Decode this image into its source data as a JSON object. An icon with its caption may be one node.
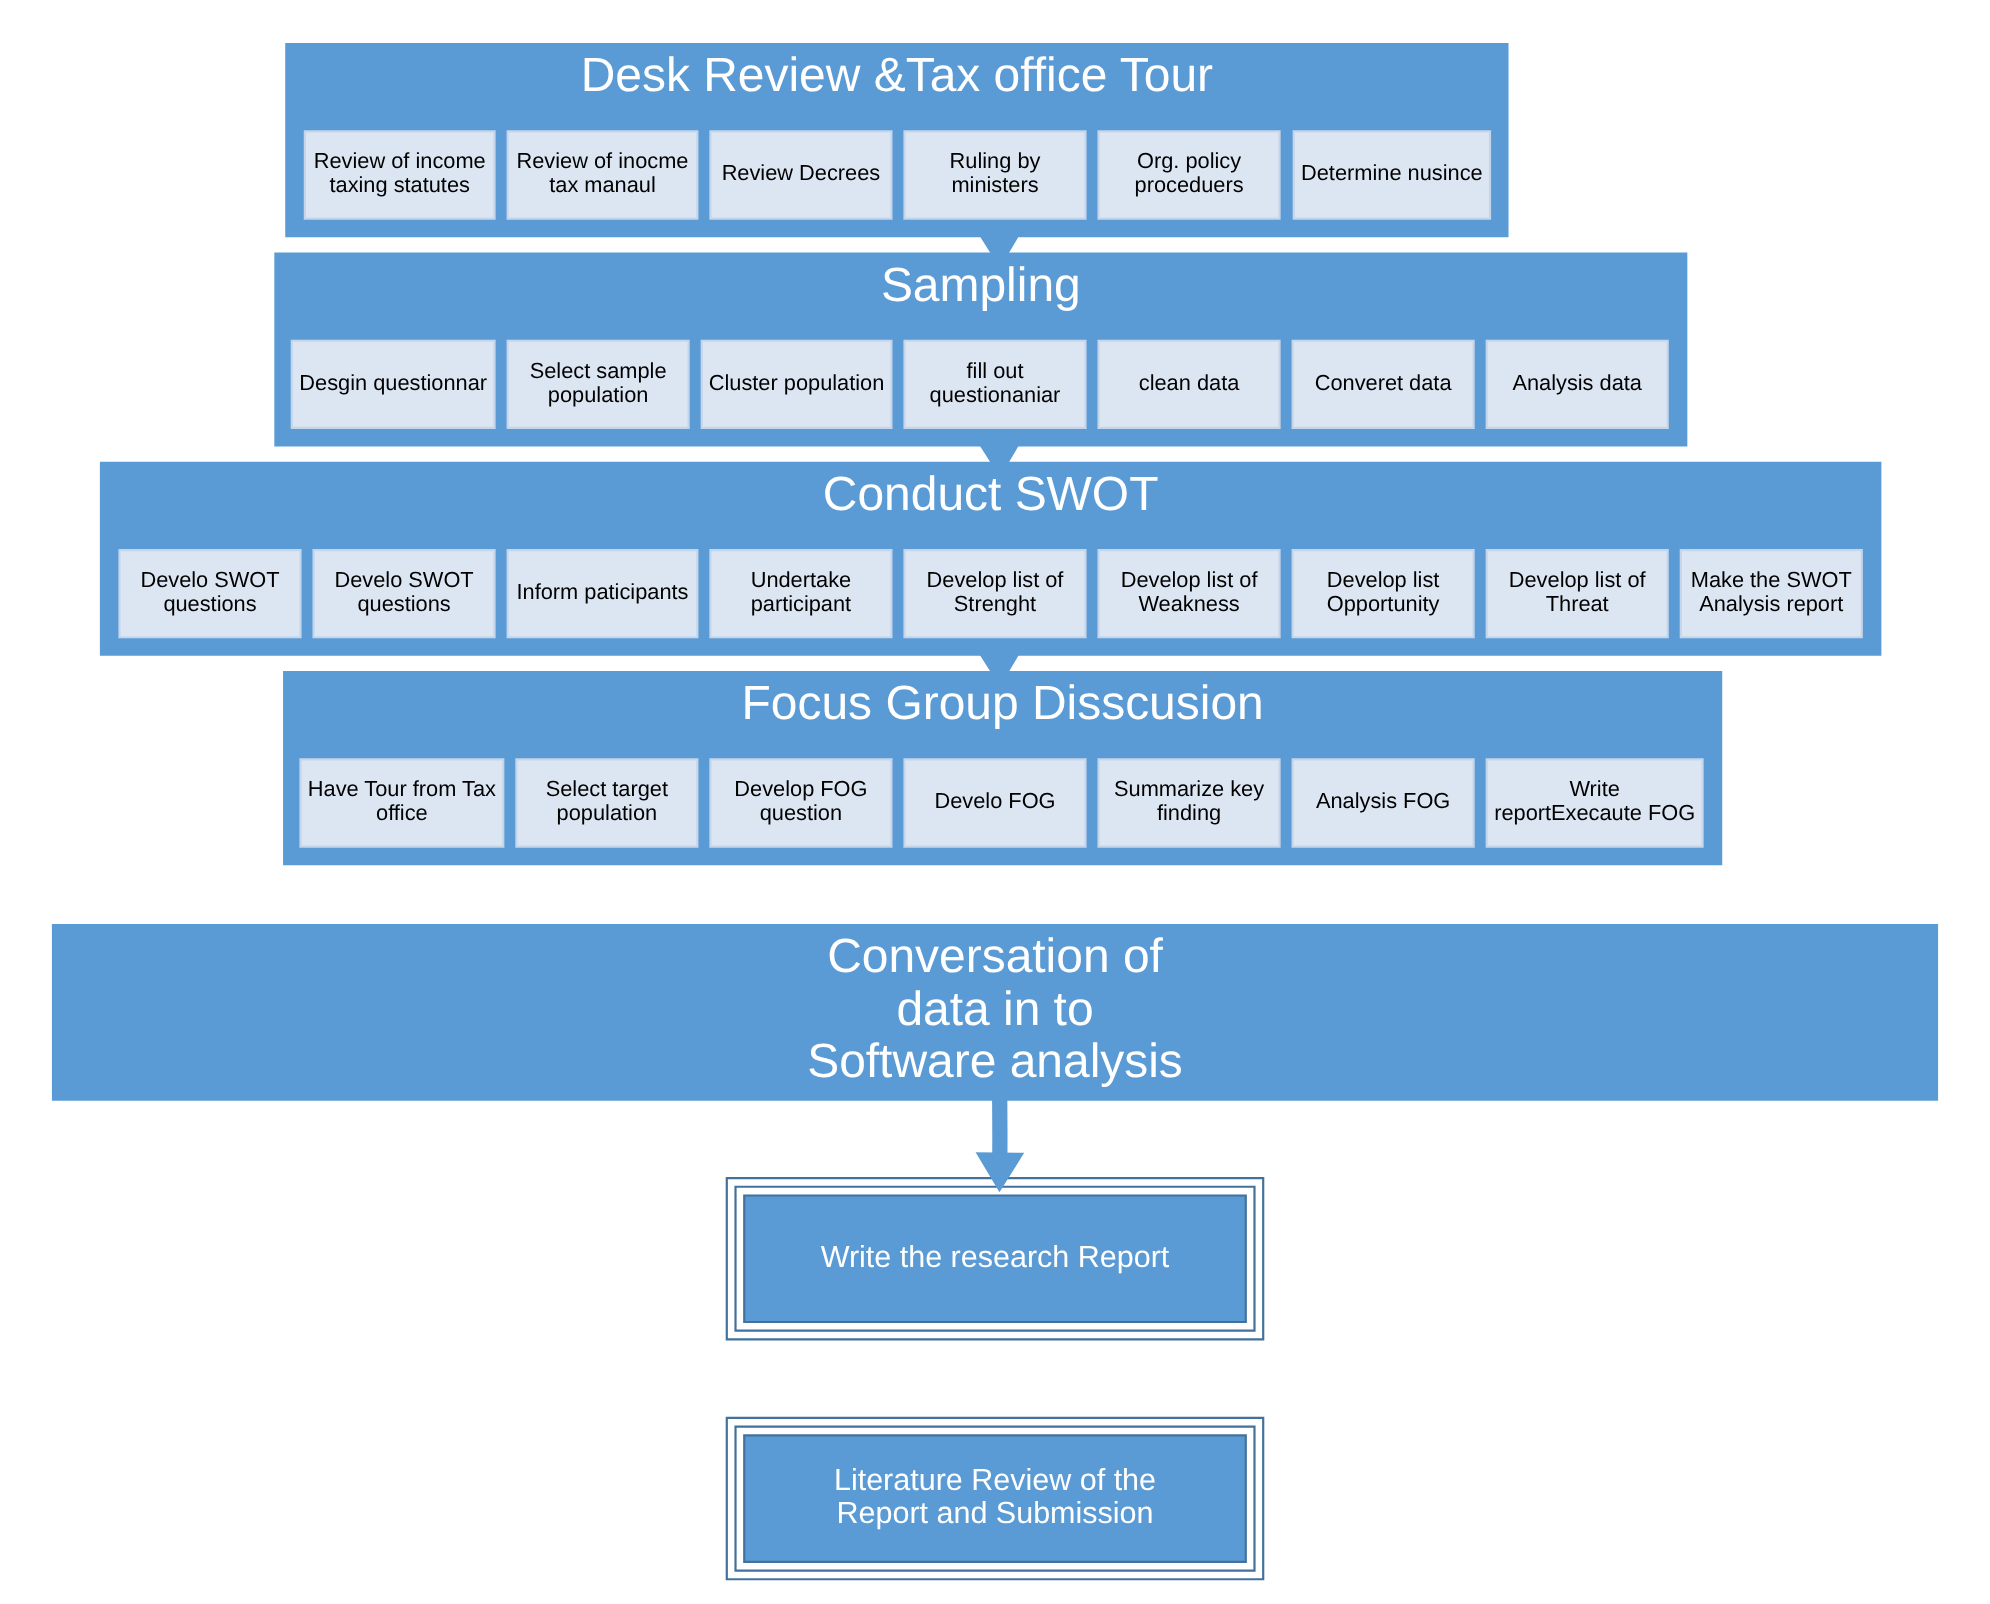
{
  "diagram": {
    "nodes": [
      {
        "text": [
          "Desk Review &Tax office Tour"
        ]
      },
      {
        "text": [
          "Review of income taxing statutes"
        ],
        "in": 0
      },
      {
        "text": [
          "Review of inocme tax manaul"
        ],
        "in": 0
      },
      {
        "text": [
          "Review Decrees"
        ],
        "in": 0
      },
      {
        "text": [
          "Ruling by ministers"
        ],
        "in": 0
      },
      {
        "text": [
          "Org. policy proceduers"
        ],
        "in": 0
      },
      {
        "text": [
          "Determine nusince"
        ],
        "in": 0
      },
      {
        "text": [
          "Sampling"
        ]
      },
      {
        "text": [
          "Desgin questionnar"
        ],
        "in": 7
      },
      {
        "text": [
          "Select sample population"
        ],
        "in": 7
      },
      {
        "text": [
          "Cluster population"
        ],
        "in": 7
      },
      {
        "text": [
          "fill out questionaniar"
        ],
        "in": 7
      },
      {
        "text": [
          "clean data"
        ],
        "in": 7
      },
      {
        "text": [
          "Converet data"
        ],
        "in": 7
      },
      {
        "text": [
          "Analysis data"
        ],
        "in": 7
      },
      {
        "text": [
          "Conduct SWOT"
        ]
      },
      {
        "text": [
          "Develo SWOT questions"
        ],
        "in": 15
      },
      {
        "text": [
          "Develo SWOT questions"
        ],
        "in": 15
      },
      {
        "text": [
          "Inform paticipants"
        ],
        "in": 15
      },
      {
        "text": [
          "Undertake participant"
        ],
        "in": 15
      },
      {
        "text": [
          "Develop list of Strenght"
        ],
        "in": 15
      },
      {
        "text": [
          "Develop list of Weakness"
        ],
        "in": 15
      },
      {
        "text": [
          "Develop list Opportunity"
        ],
        "in": 15
      },
      {
        "text": [
          "Develop list of Threat"
        ],
        "in": 15
      },
      {
        "text": [
          "Make the SWOT Analysis report"
        ],
        "in": 15
      },
      {
        "text": [
          "Focus Group Disscusion"
        ]
      },
      {
        "text": [
          "Have Tour from Tax office"
        ],
        "in": 25
      },
      {
        "text": [
          "Select target population"
        ],
        "in": 25
      },
      {
        "text": [
          "Develop FOG question"
        ],
        "in": 25
      },
      {
        "text": [
          "Develo FOG"
        ],
        "in": 25
      },
      {
        "text": [
          "Summarize key finding"
        ],
        "in": 25
      },
      {
        "text": [
          "Analysis FOG"
        ],
        "in": 25
      },
      {
        "text": [
          "Write reportExecaute FOG"
        ],
        "in": 25
      },
      {
        "text": [
          "Conversation of data in to Software analysis"
        ]
      },
      {
        "text": [
          "Write the research Report"
        ]
      },
      {
        "text": [
          "Literature Review of the Report and Submission"
        ]
      }
    ],
    "edges": [
      {
        "from": 0,
        "to": 7,
        "arrow": "to"
      },
      {
        "from": 7,
        "to": 15,
        "arrow": "to"
      },
      {
        "from": 15,
        "to": 25,
        "arrow": "to"
      },
      {
        "from": 33,
        "to": 34,
        "arrow": "to"
      }
    ]
  }
}
